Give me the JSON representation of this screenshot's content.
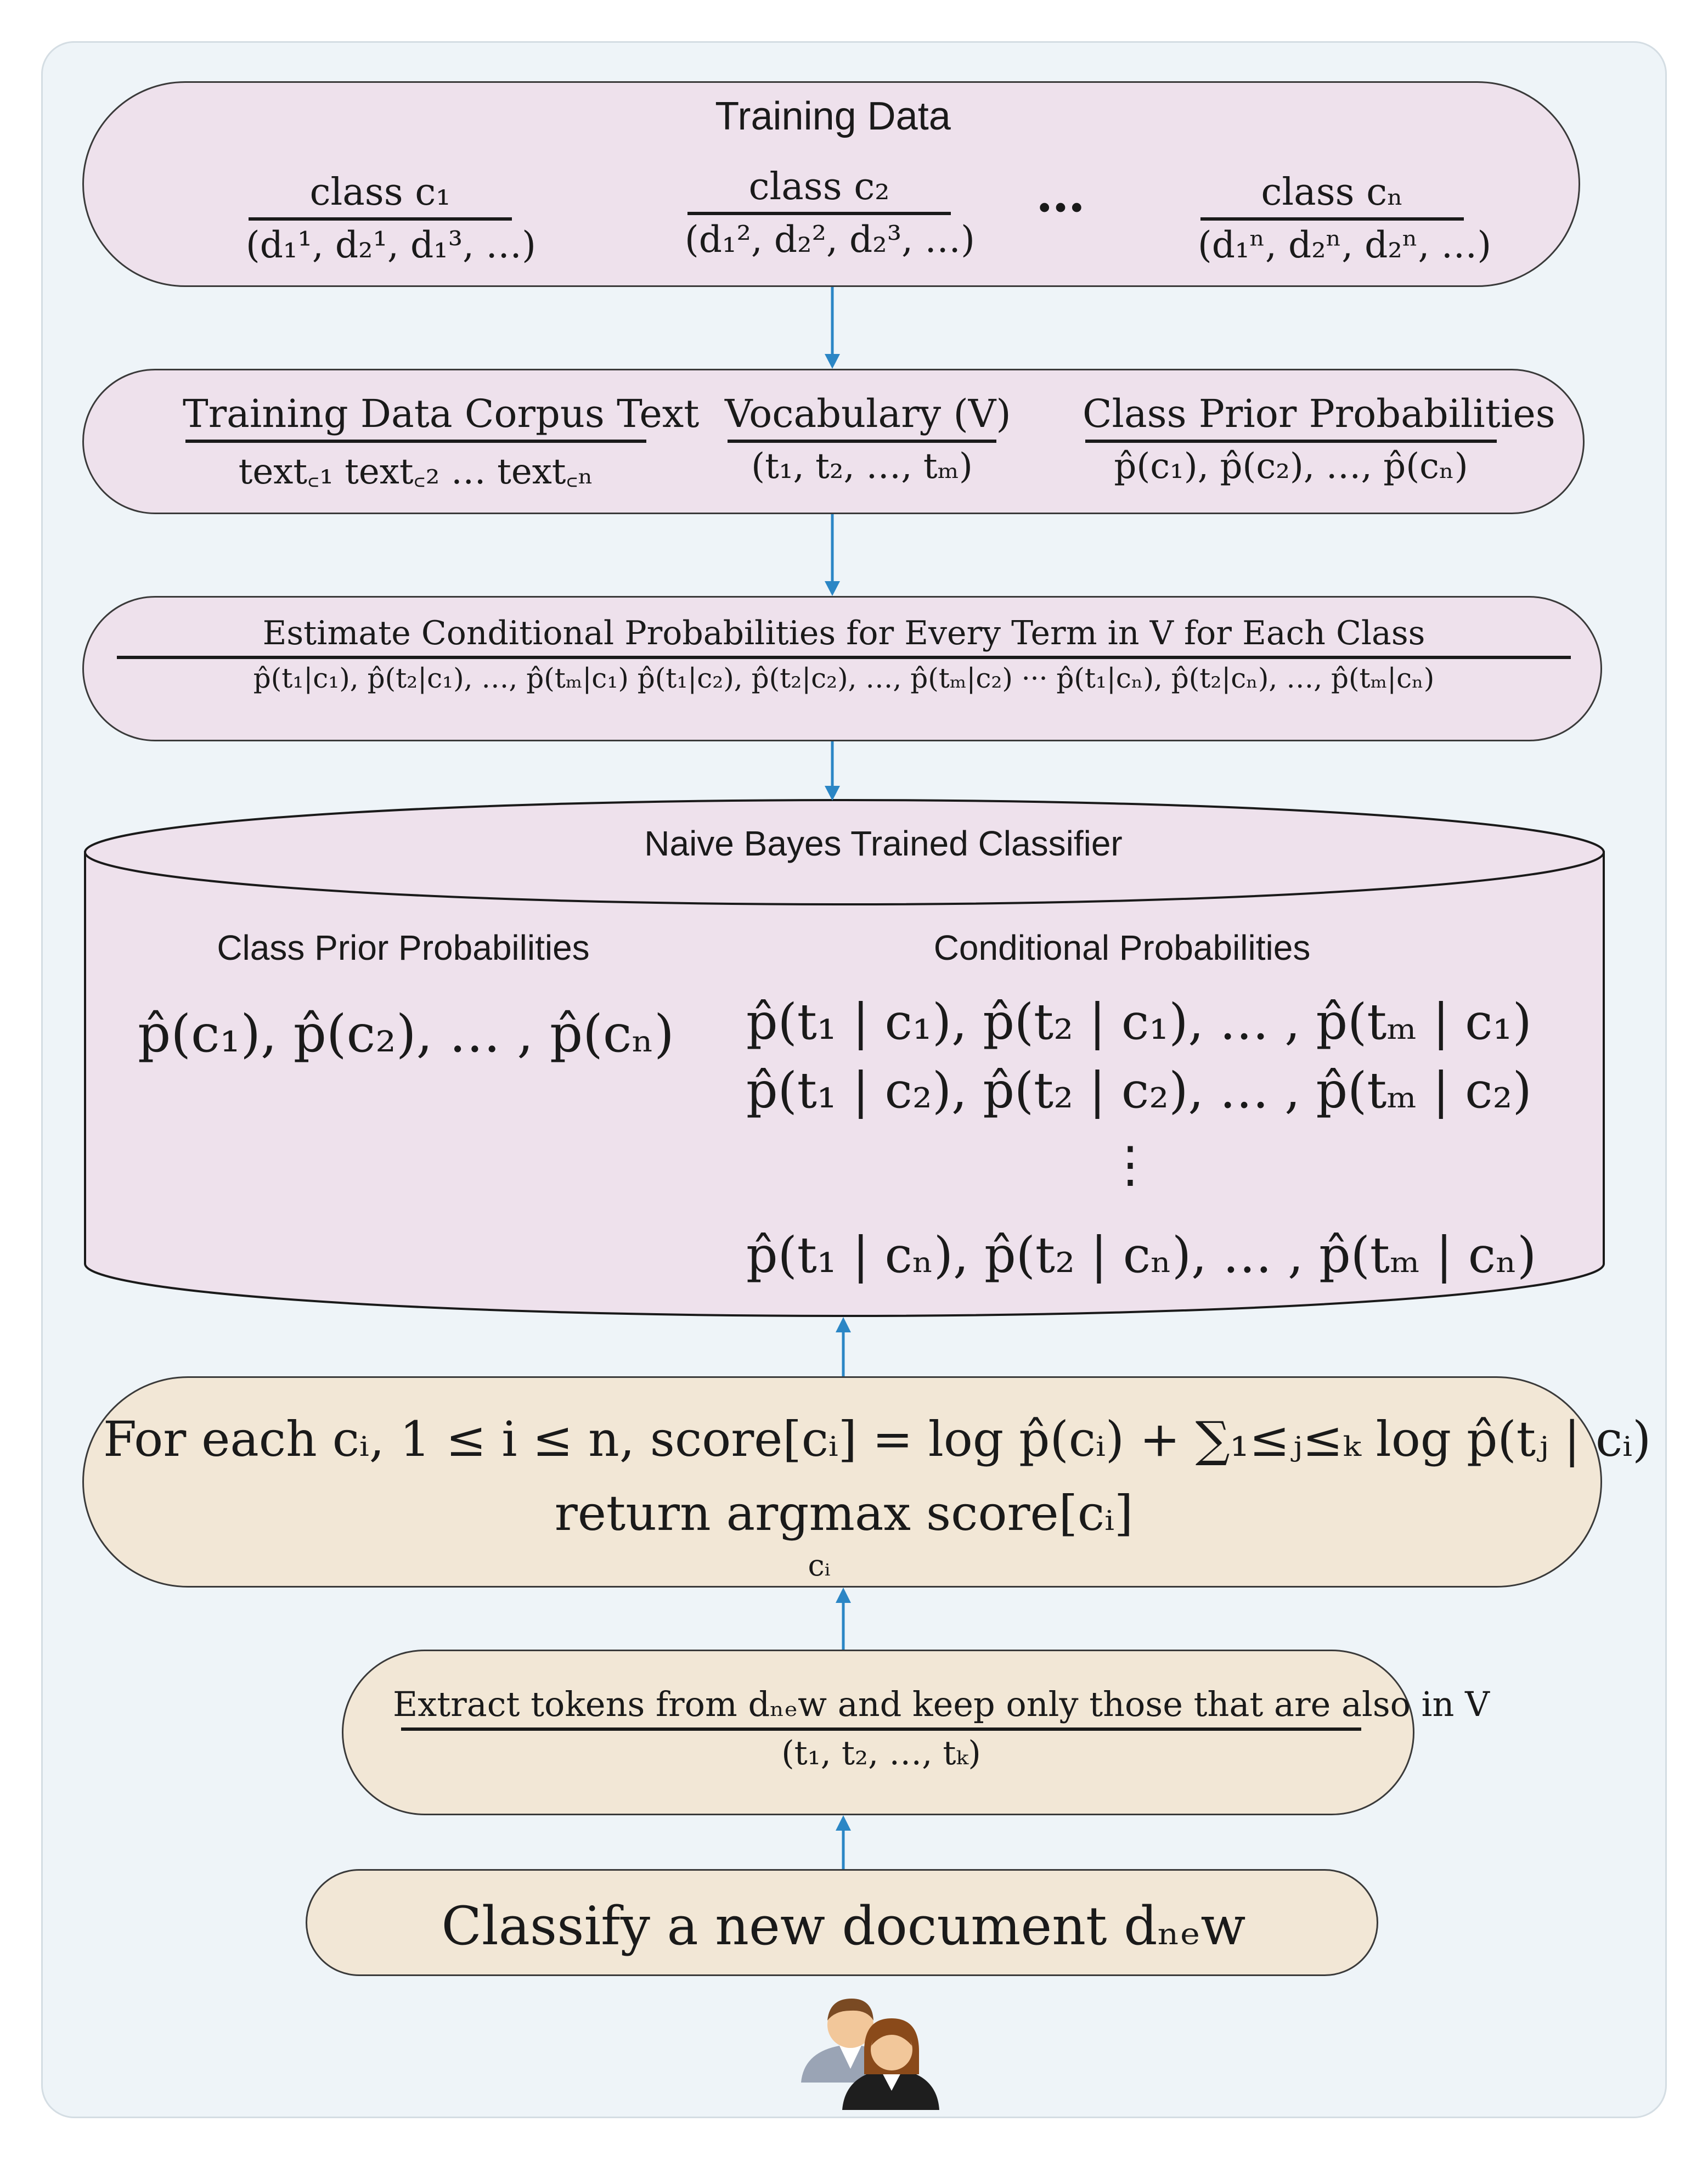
{
  "training_data": {
    "title": "Training Data",
    "classes": [
      {
        "label": "class c₁",
        "docs": "(d₁¹, d₂¹, d₁³, …)"
      },
      {
        "label": "class c₂",
        "docs": "(d₁², d₂², d₂³, …)"
      },
      {
        "label": "class cₙ",
        "docs": "(d₁ⁿ, d₂ⁿ, d₂ⁿ, …)"
      }
    ],
    "ellipsis": "…"
  },
  "corpus": {
    "corpus_title": "Training Data Corpus Text",
    "corpus_items": "text꜀₁  text꜀₂ … text꜀ₙ",
    "vocab_title": "Vocabulary (V)",
    "vocab_items": "(t₁, t₂, …, tₘ)",
    "prior_title": "Class Prior Probabilities",
    "prior_items": "p̂(c₁), p̂(c₂), …, p̂(cₙ)"
  },
  "conditional": {
    "title": "Estimate Conditional Probabilities for Every Term in V for Each Class",
    "items": "p̂(t₁|c₁), p̂(t₂|c₁), …, p̂(tₘ|c₁)   p̂(t₁|c₂), p̂(t₂|c₂), …, p̂(tₘ|c₂)   ··· p̂(t₁|cₙ), p̂(t₂|cₙ), …, p̂(tₘ|cₙ)"
  },
  "classifier": {
    "title": "Naive Bayes Trained Classifier",
    "prior_title": "Class Prior Probabilities",
    "prior_formula": "p̂(c₁), p̂(c₂), … , p̂(cₙ)",
    "cond_title": "Conditional Probabilities",
    "cond_rows": [
      "p̂(t₁ | c₁), p̂(t₂ | c₁), … , p̂(tₘ | c₁)",
      "p̂(t₁ | c₂), p̂(t₂ | c₂), … ,  p̂(tₘ | c₂)",
      "⋮",
      "p̂(t₁ | cₙ), p̂(t₂ | cₙ), … , p̂(tₘ | cₙ)"
    ]
  },
  "scoring": {
    "line1": "For each cᵢ, 1 ≤ i ≤ n, score[cᵢ] = log p̂(cᵢ) + ∑₁≤ⱼ≤ₖ log p̂(tⱼ | cᵢ)",
    "line2": "return argmax score[cᵢ]",
    "argmax_sub": "cᵢ"
  },
  "extract": {
    "title": "Extract tokens from dₙₑw and keep only those that are also in V",
    "items": "(t₁, t₂, …, tₖ)"
  },
  "classify": {
    "label": "Classify a new document dₙₑw"
  },
  "colors": {
    "pink_fill": "#eee1ec",
    "tan_fill": "#f2e7d6",
    "arrow": "#2b86c5",
    "panel": "#eef4f8"
  },
  "icons": [
    "users-icon"
  ]
}
